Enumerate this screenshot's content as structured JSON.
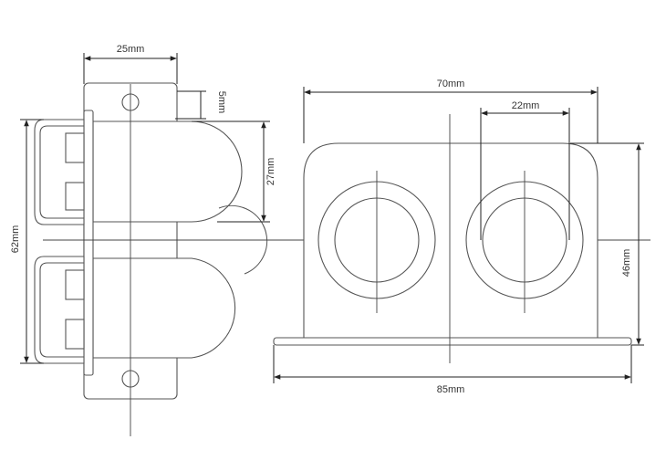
{
  "dimensions": {
    "width_25": "25mm",
    "height_5": "5mm",
    "height_27": "27mm",
    "height_62": "62mm",
    "width_70": "70mm",
    "width_22": "22mm",
    "height_46": "46mm",
    "width_85": "85mm"
  },
  "colors": {
    "line": "#555555",
    "dimension": "#222222",
    "background": "#ffffff"
  }
}
